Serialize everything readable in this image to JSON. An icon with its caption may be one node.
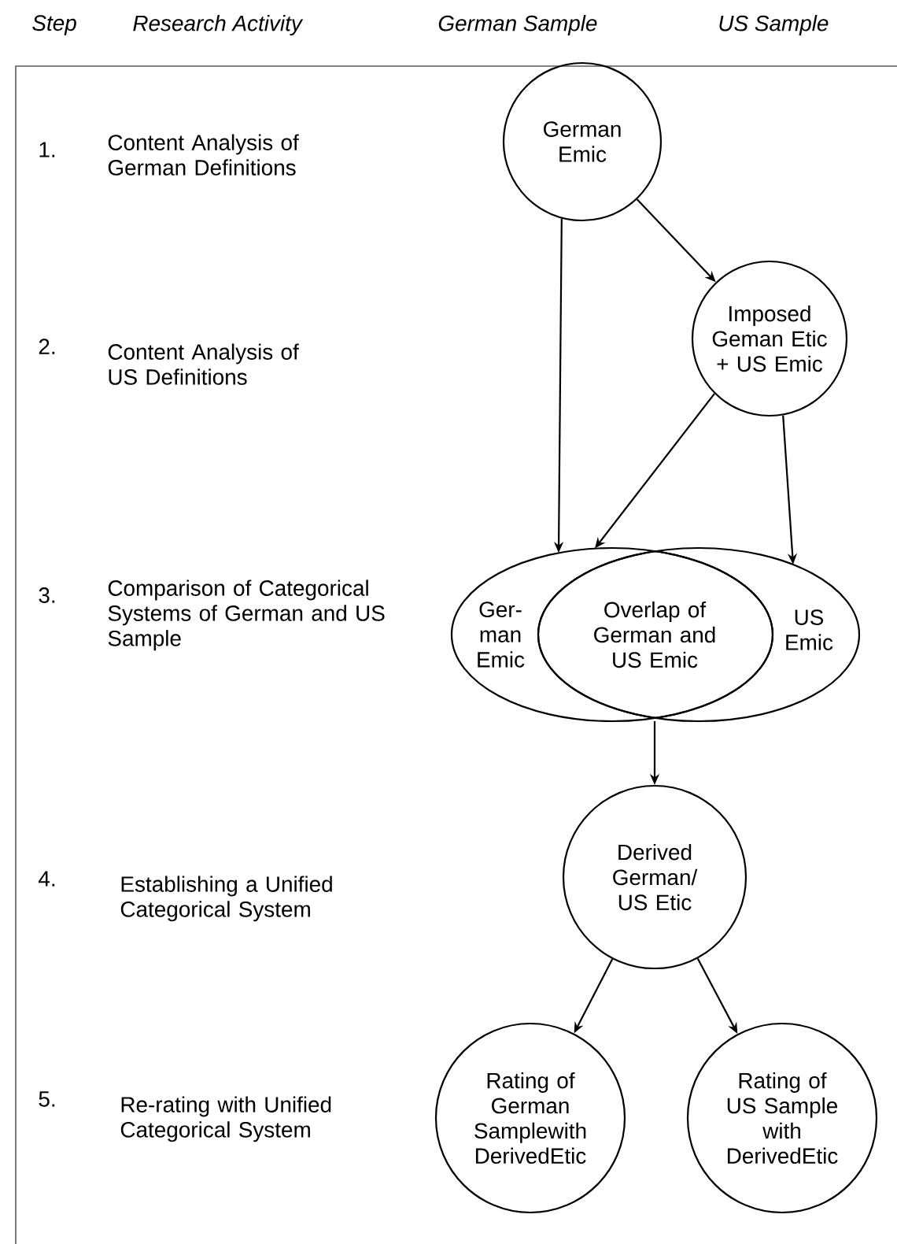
{
  "diagram": {
    "nodes": [
      {
        "text": [
          "German Emic"
        ]
      },
      {
        "text": [
          "Imposed Geman Etic + US Emic"
        ]
      },
      {
        "text": [
          "Ger- man Emic"
        ]
      },
      {
        "text": [
          "Overlap of German and US Emic"
        ]
      },
      {
        "text": [
          "US Emic"
        ]
      },
      {
        "text": [
          "Derived German/ US Etic"
        ]
      },
      {
        "text": [
          "Rating of German Samplewith DerivedEtic"
        ]
      },
      {
        "text": [
          "Rating of US Sample with DerivedEtic"
        ]
      }
    ],
    "edges": [
      {
        "from": 0,
        "to": 2,
        "arrow": "to"
      },
      {
        "from": 0,
        "to": 1,
        "arrow": "to"
      },
      {
        "from": 1,
        "to": 2,
        "arrow": "to"
      },
      {
        "from": 1,
        "to": 4,
        "arrow": "to"
      },
      {
        "from": 3,
        "to": 5,
        "arrow": "to"
      },
      {
        "from": 5,
        "to": 6,
        "arrow": "to"
      },
      {
        "from": 5,
        "to": 7,
        "arrow": "to"
      }
    ],
    "labels": [
      "Step",
      "Research Activity",
      "German Sample",
      "US Sample",
      "1.",
      "Content Analysis of German Definitions",
      "2.",
      "Content Analysis of US Definitions",
      "3.",
      "Comparison of Categorical Systems of German and US Sample",
      "4.",
      "Establishing a Unified Categorical System",
      "5.",
      "Re-rating with Unified Categorical System"
    ]
  }
}
